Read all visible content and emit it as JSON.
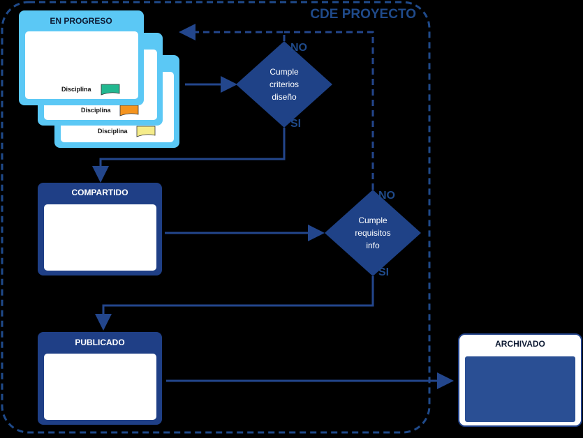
{
  "colors": {
    "background": "#000000",
    "dashed_border": "#1f4a8a",
    "flow_line": "#23468c",
    "light_card": "#5bc8f5",
    "dark_card": "#1f3f86",
    "diamond": "#1f4287",
    "archive_fill": "#2a4f94",
    "white": "#ffffff",
    "tag_green": "#22b890",
    "tag_orange": "#f5941f",
    "tag_yellow": "#f5ec8a"
  },
  "container": {
    "title": "CDE PROYECTO"
  },
  "states": {
    "en_progreso": {
      "title": "EN PROGRESO",
      "cards": [
        {
          "discipline_label": "Disciplina",
          "tag_color": "green"
        },
        {
          "discipline_label": "Disciplina",
          "tag_color": "orange"
        },
        {
          "discipline_label": "Disciplina",
          "tag_color": "yellow"
        }
      ]
    },
    "compartido": {
      "title": "COMPARTIDO"
    },
    "publicado": {
      "title": "PUBLICADO"
    },
    "archivado": {
      "title": "ARCHIVADO"
    }
  },
  "decisions": {
    "design": {
      "lines": [
        "Cumple",
        "criterios",
        "diseño"
      ],
      "no_label": "NO",
      "yes_label": "SI"
    },
    "info": {
      "lines": [
        "Cumple",
        "requisitos",
        "info"
      ],
      "no_label": "NO",
      "yes_label": "SI"
    }
  }
}
